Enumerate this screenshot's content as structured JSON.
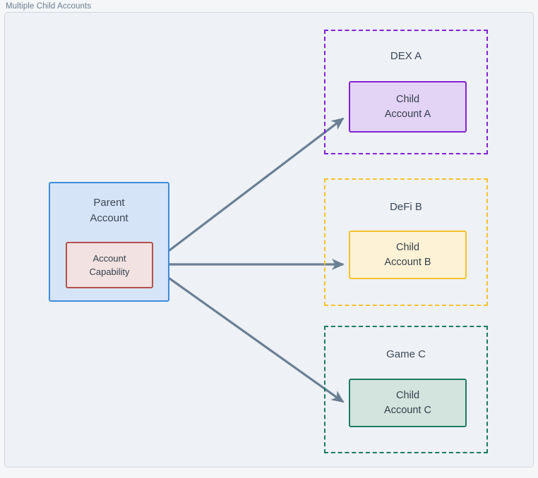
{
  "diagram": {
    "title": "Multiple Child Accounts",
    "background_color": "#eef1f5",
    "frame_border_color": "#ced8e0",
    "title_color": "#6b7c8d",
    "edge_color": "#6b7f94"
  },
  "parent": {
    "title_line1": "Parent",
    "title_line2": "Account",
    "fill": "#d6e4f7",
    "stroke": "#3d8ddd",
    "capability": {
      "line1": "Account",
      "line2": "Capability",
      "fill": "#f2e2e1",
      "stroke": "#b3514d"
    }
  },
  "groups": [
    {
      "label": "DEX A",
      "stroke": "#8122d1",
      "child": {
        "line1": "Child",
        "line2": "Account A",
        "fill": "#e3d3f5",
        "stroke": "#8122d1"
      }
    },
    {
      "label": "DeFi B",
      "stroke": "#f5c22b",
      "child": {
        "line1": "Child",
        "line2": "Account B",
        "fill": "#fdf2d5",
        "stroke": "#f5c22b"
      }
    },
    {
      "label": "Game C",
      "stroke": "#1d7a64",
      "child": {
        "line1": "Child",
        "line2": "Account C",
        "fill": "#d2e4dd",
        "stroke": "#1d7a64"
      }
    }
  ],
  "edges": [
    {
      "name": "capability-to-child-a",
      "from": "Account Capability",
      "to": "Child Account A"
    },
    {
      "name": "capability-to-child-b",
      "from": "Account Capability",
      "to": "Child Account B"
    },
    {
      "name": "capability-to-child-c",
      "from": "Account Capability",
      "to": "Child Account C"
    }
  ]
}
